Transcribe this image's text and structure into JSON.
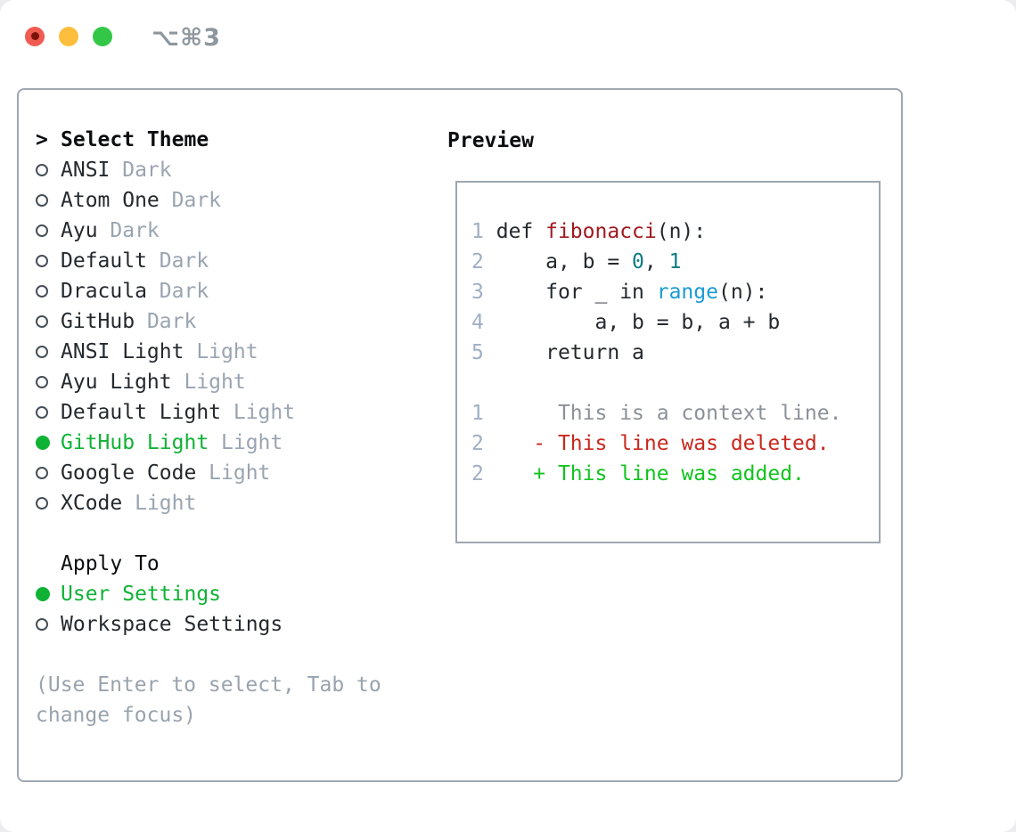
{
  "window": {
    "shortcut_label": "⌥⌘3",
    "traffic_lights": [
      {
        "name": "close-button",
        "color": "#f05c51",
        "dot": "#7a1208"
      },
      {
        "name": "minimize-button",
        "color": "#fcbe3c"
      },
      {
        "name": "zoom-button",
        "color": "#33c748"
      }
    ]
  },
  "colors": {
    "accent_green": "#10b235",
    "panel_border": "#9fa7b0",
    "title": "#0b0d0f",
    "text": "#24292e",
    "tag": "#9aa4b1",
    "hint": "#99a3ad",
    "marker": "#474f58",
    "lineno": "#9fafc4",
    "func": "#a0191f",
    "num": "#0e7c83",
    "builtin": "#1a9ad6",
    "context": "#8b9198",
    "deleted": "#c9281e",
    "added": "#11c41f",
    "shortcut": "#8e969e"
  },
  "select_theme": {
    "prompt": ">",
    "title": "Select Theme",
    "themes": [
      {
        "name": "ANSI",
        "tag": "Dark",
        "selected": false
      },
      {
        "name": "Atom One",
        "tag": "Dark",
        "selected": false
      },
      {
        "name": "Ayu",
        "tag": "Dark",
        "selected": false
      },
      {
        "name": "Default",
        "tag": "Dark",
        "selected": false
      },
      {
        "name": "Dracula",
        "tag": "Dark",
        "selected": false
      },
      {
        "name": "GitHub",
        "tag": "Dark",
        "selected": false
      },
      {
        "name": "ANSI Light",
        "tag": "Light",
        "selected": false
      },
      {
        "name": "Ayu Light",
        "tag": "Light",
        "selected": false
      },
      {
        "name": "Default Light",
        "tag": "Light",
        "selected": false
      },
      {
        "name": "GitHub Light",
        "tag": "Light",
        "selected": true
      },
      {
        "name": "Google Code",
        "tag": "Light",
        "selected": false
      },
      {
        "name": "XCode",
        "tag": "Light",
        "selected": false
      }
    ]
  },
  "apply_to": {
    "title": "Apply To",
    "options": [
      {
        "label": "User Settings",
        "selected": true
      },
      {
        "label": "Workspace Settings",
        "selected": false
      }
    ]
  },
  "hint_lines": [
    "(Use Enter to select, Tab to",
    "change focus)"
  ],
  "preview": {
    "title": "Preview",
    "lines": [
      {
        "ln": "1",
        "segs": [
          [
            "def ",
            "text"
          ],
          [
            "fibonacci",
            "func"
          ],
          [
            "(n):",
            "text"
          ]
        ]
      },
      {
        "ln": "2",
        "segs": [
          [
            "    a, b = ",
            "text"
          ],
          [
            "0",
            "num"
          ],
          [
            ", ",
            "text"
          ],
          [
            "1",
            "num"
          ]
        ]
      },
      {
        "ln": "3",
        "segs": [
          [
            "    for _ in ",
            "text"
          ],
          [
            "range",
            "builtin"
          ],
          [
            "(n):",
            "text"
          ]
        ]
      },
      {
        "ln": "4",
        "segs": [
          [
            "        a, b = b, a + b",
            "text"
          ]
        ]
      },
      {
        "ln": "5",
        "segs": [
          [
            "    return a",
            "text"
          ]
        ]
      },
      {
        "blank": true
      },
      {
        "ln": "1",
        "segs": [
          [
            "     This is a context line.",
            "context"
          ]
        ]
      },
      {
        "ln": "2",
        "segs": [
          [
            "   - This line was deleted.",
            "deleted"
          ]
        ]
      },
      {
        "ln": "2",
        "segs": [
          [
            "   + This line was added.",
            "added"
          ]
        ]
      }
    ]
  }
}
